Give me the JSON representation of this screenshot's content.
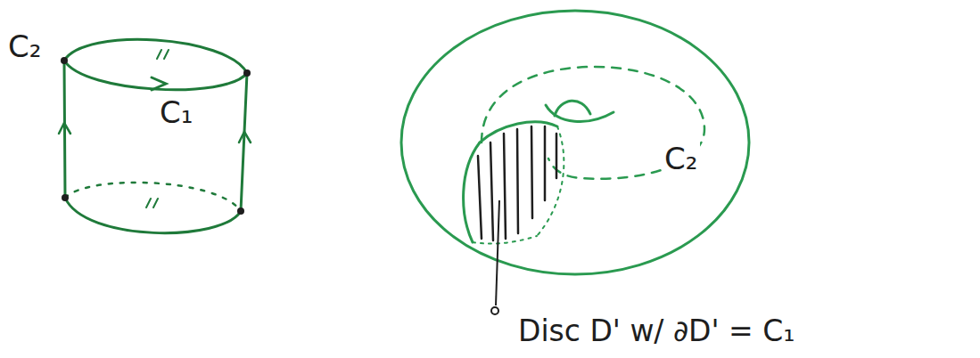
{
  "diagram": {
    "labels": [
      "C₂",
      "C₁",
      "C₂",
      "Disc D' w/ ∂D' = C₁"
    ]
  }
}
